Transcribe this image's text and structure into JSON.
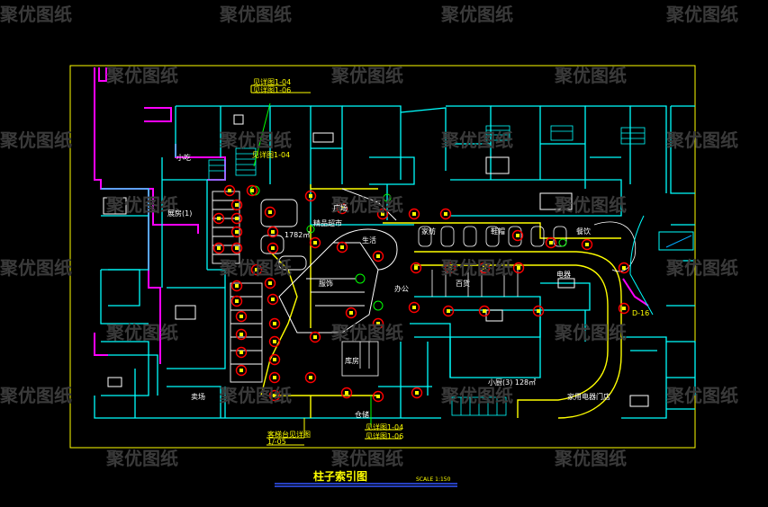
{
  "drawing": {
    "title": "柱子索引图",
    "scale": "SCALE 1:150"
  },
  "watermark": {
    "text": "聚优图纸"
  },
  "room_labels": {
    "r1": "展房(1)",
    "r2": "精品超市",
    "r3": "1782㎡",
    "r4": "生活",
    "r5": "服饰",
    "r6": "家纺",
    "r7": "鞋帽",
    "r8": "餐饮",
    "r9": "电器",
    "r10": "百货",
    "r11": "小厨(3) 128㎡",
    "r12": "家用电器门店",
    "r13": "小吃",
    "r14": "卖场",
    "r15": "仓储",
    "r16": "广场",
    "r17": "办公",
    "r18": "库房"
  },
  "callouts": {
    "c1": "见详图1-04",
    "c2": "见详图1-06",
    "c3": "见详图1-04",
    "c4": "客梯台见详图",
    "c5": "1/-05",
    "c6": "见详图1-04",
    "c7": "见详图1-06",
    "c8": "D-16"
  },
  "colors": {
    "background": "#000000",
    "frame": "#ffff00",
    "walls": "#00ffff",
    "accent_walls": "#ff00ff",
    "column_markers": "#ff0000",
    "furniture": "#ffffff",
    "green_marks": "#00ff00"
  }
}
